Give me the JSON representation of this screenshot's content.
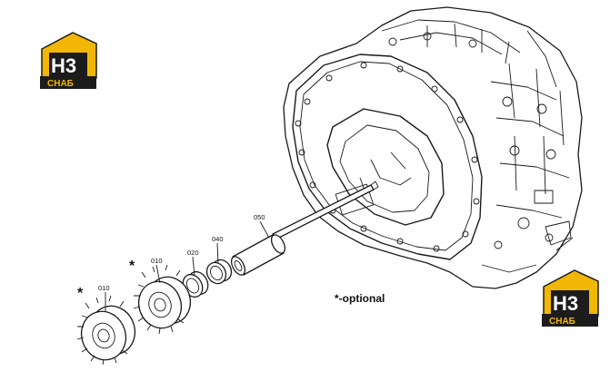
{
  "logo": {
    "mark": "H3",
    "name": "CHAБ",
    "brand_color": "#f2b705",
    "dark_color": "#1c1c1c"
  },
  "parts": [
    {
      "id": "p010a",
      "label": "010"
    },
    {
      "id": "p010b",
      "label": "010"
    },
    {
      "id": "p020",
      "label": "020"
    },
    {
      "id": "p040",
      "label": "040"
    },
    {
      "id": "p050",
      "label": "050"
    }
  ],
  "markers": {
    "optional_symbol": "*"
  },
  "note": "*-optional"
}
